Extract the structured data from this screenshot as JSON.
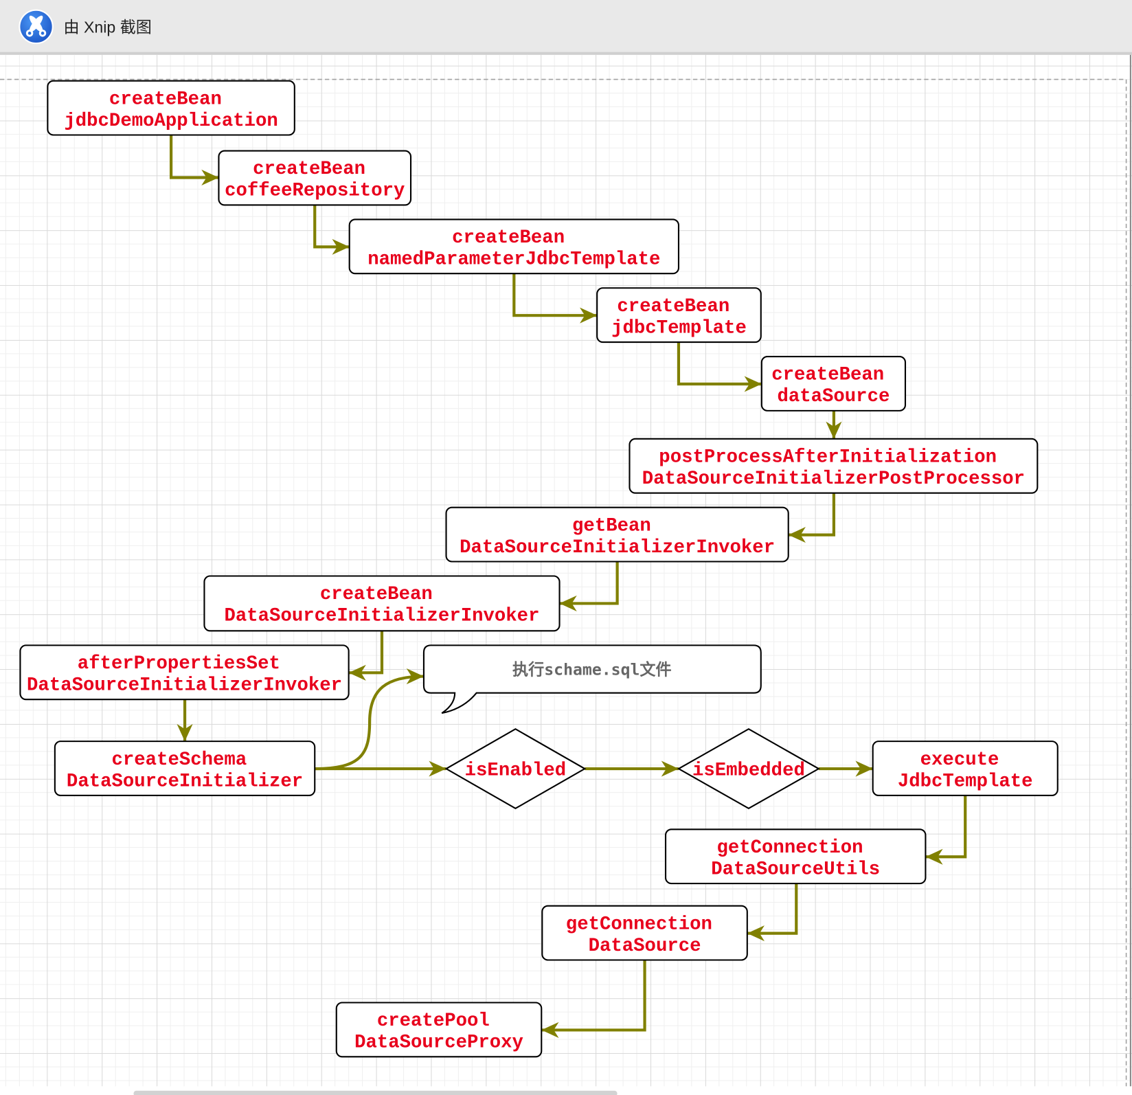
{
  "window": {
    "title": "由 Xnip 截图",
    "icon": "xnip-app-icon"
  },
  "colors": {
    "node_text": "#e8001c",
    "node_border": "#000000",
    "node_fill": "#ffffff",
    "connector": "#808000",
    "callout_text": "#666666",
    "titlebar": "#e9e9e9"
  },
  "nodes": [
    {
      "line1": "createBean",
      "line2": "jdbcDemoApplication"
    },
    {
      "line1": "createBean",
      "line2": "coffeeRepository"
    },
    {
      "line1": "createBean",
      "line2": "namedParameterJdbcTemplate"
    },
    {
      "line1": "createBean",
      "line2": "jdbcTemplate"
    },
    {
      "line1": "createBean",
      "line2": "dataSource"
    },
    {
      "line1": "postProcessAfterInitialization",
      "line2": "DataSourceInitializerPostProcessor"
    },
    {
      "line1": "getBean",
      "line2": "DataSourceInitializerInvoker"
    },
    {
      "line1": "createBean",
      "line2": "DataSourceInitializerInvoker"
    },
    {
      "line1": "afterPropertiesSet",
      "line2": "DataSourceInitializerInvoker"
    },
    {
      "line1": "createSchema",
      "line2": "DataSourceInitializer"
    },
    {
      "line1": "execute",
      "line2": "JdbcTemplate"
    },
    {
      "line1": "getConnection",
      "line2": "DataSourceUtils"
    },
    {
      "line1": "getConnection",
      "line2": "DataSource"
    },
    {
      "line1": "createPool",
      "line2": "DataSourceProxy"
    }
  ],
  "decisions": [
    {
      "label": "isEnabled"
    },
    {
      "label": "isEmbedded"
    }
  ],
  "callout": {
    "text": "执行schame.sql文件"
  }
}
